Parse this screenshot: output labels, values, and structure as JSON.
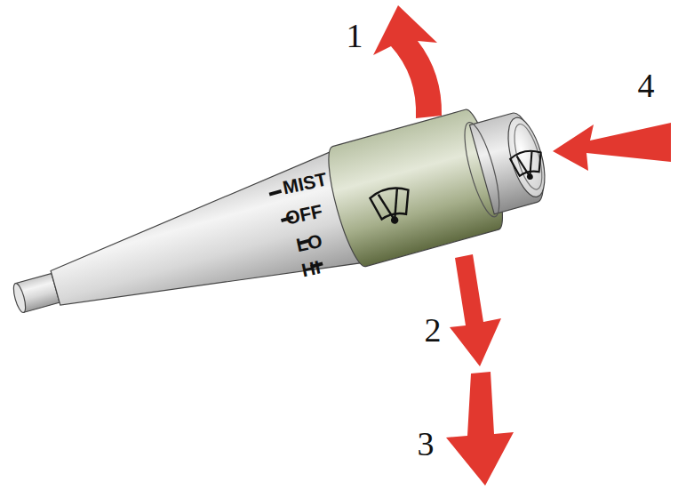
{
  "diagram": {
    "labels": [
      "MIST",
      "OFF",
      "LO",
      "HI",
      "1",
      "2",
      "3",
      "4"
    ]
  }
}
